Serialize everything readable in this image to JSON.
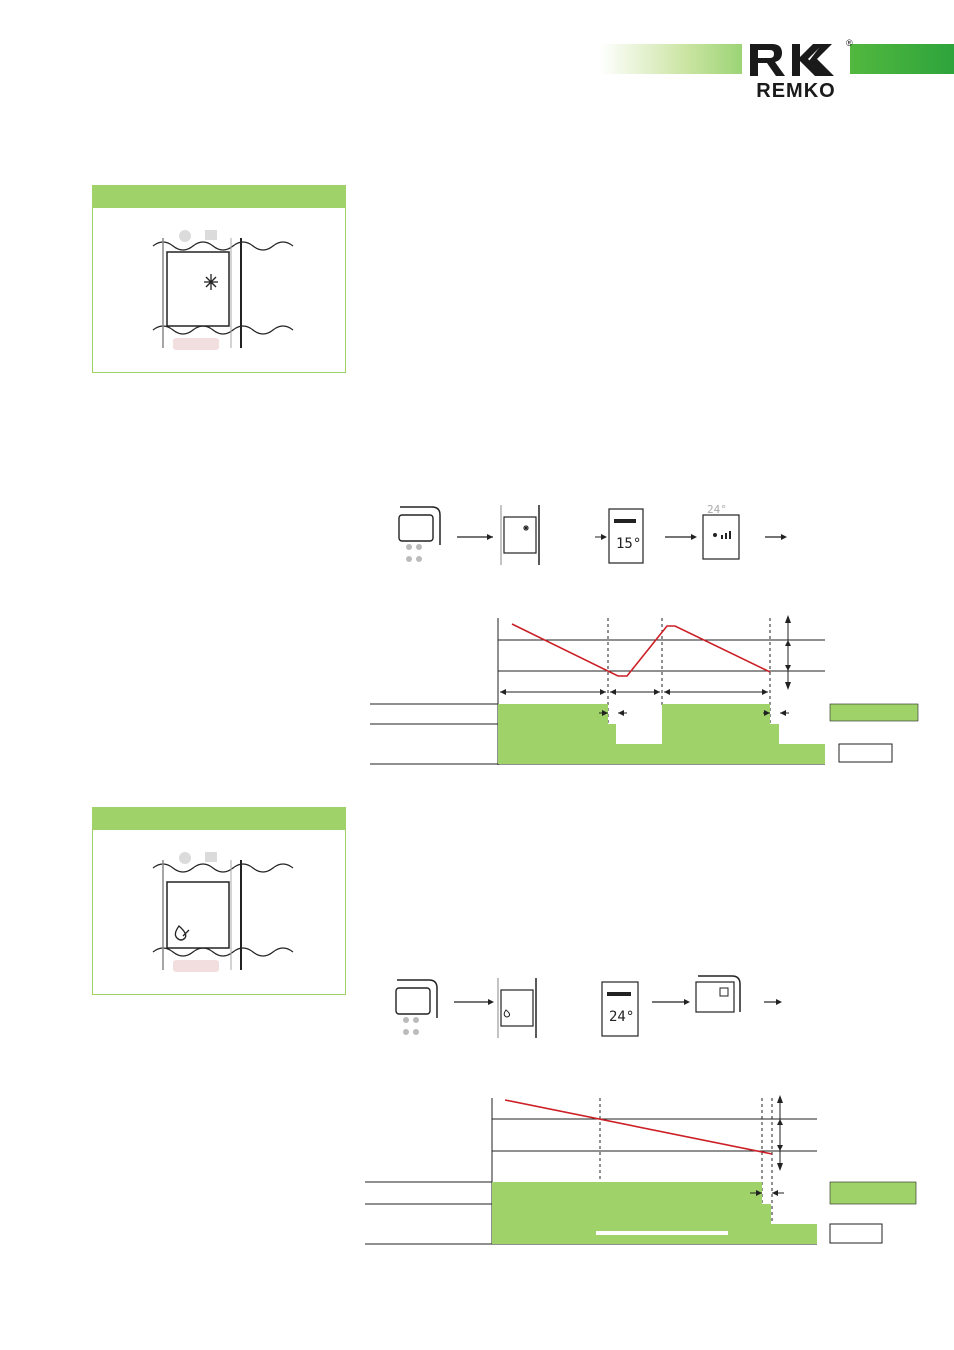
{
  "brand": {
    "name": "REMKO",
    "registered_mark": "®",
    "green": "#9fd36a",
    "red": "#cc1f26"
  },
  "panels": [
    {
      "id": "cooling",
      "icon": "snowflake-icon"
    },
    {
      "id": "dehumidify",
      "icon": "droplet-icon"
    }
  ],
  "diagram1": {
    "remote_steps": [
      {
        "icon": "remote-button-icon"
      },
      {
        "icon": "snowflake-icon"
      },
      {
        "icon": "temperature-display-icon",
        "display": "15°"
      },
      {
        "icon": "fan-speed-icon",
        "display": "24°"
      }
    ]
  },
  "diagram2": {
    "remote_steps": [
      {
        "icon": "remote-button-icon"
      },
      {
        "icon": "droplet-icon"
      },
      {
        "icon": "temperature-display-icon",
        "display": "24°"
      },
      {
        "icon": "mode-display-icon"
      }
    ]
  }
}
